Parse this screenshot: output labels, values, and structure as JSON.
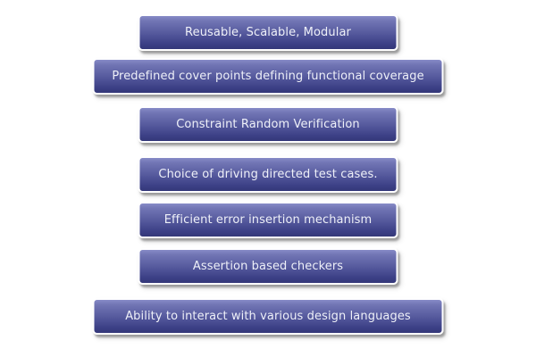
{
  "diagram": {
    "background_color": "#ffffff",
    "box_style": {
      "gradient_top": "#7a7ebc",
      "gradient_bottom": "#343879",
      "border_color": "#ffffff",
      "text_color": "#eef0f8",
      "shadow_color": "#a0a0a0"
    },
    "boxes": [
      {
        "label": "Reusable, Scalable, Modular"
      },
      {
        "label": "Predefined cover points defining functional coverage"
      },
      {
        "label": "Constraint Random Verification"
      },
      {
        "label": "Choice of driving directed test cases."
      },
      {
        "label": "Efficient error insertion mechanism"
      },
      {
        "label": "Assertion based checkers"
      },
      {
        "label": "Ability to interact with various design languages"
      }
    ]
  }
}
